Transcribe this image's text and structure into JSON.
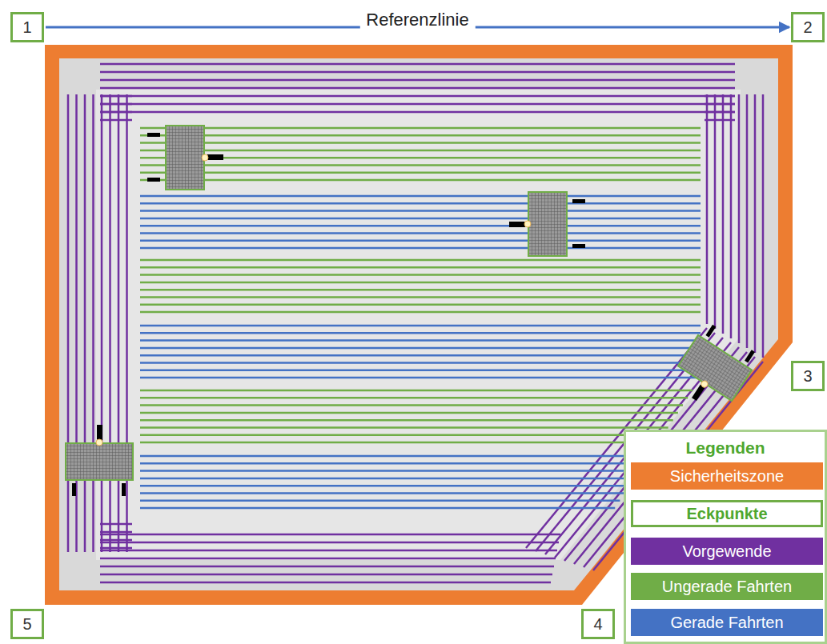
{
  "diagram": {
    "nodes": [
      {
        "text": [
          "1"
        ]
      },
      {
        "text": [
          "2"
        ]
      },
      {
        "text": [
          "3"
        ]
      },
      {
        "text": [
          "4"
        ]
      },
      {
        "text": [
          "5"
        ]
      }
    ],
    "edges": [
      {
        "from": 0,
        "to": 1,
        "arrow": "to",
        "label": "Referenzlinie"
      }
    ],
    "labels": [
      "Legenden"
    ],
    "legend": [
      {
        "text": "Sicherheitszone",
        "color": "#ed7d31"
      },
      {
        "text": "Eckpunkte"
      },
      {
        "text": "Vorgewende",
        "color": "#7030a0"
      },
      {
        "text": "Ungerade Fahrten",
        "color": "#70ad47"
      },
      {
        "text": "Gerade Fahrten",
        "color": "#4472c4"
      }
    ]
  }
}
